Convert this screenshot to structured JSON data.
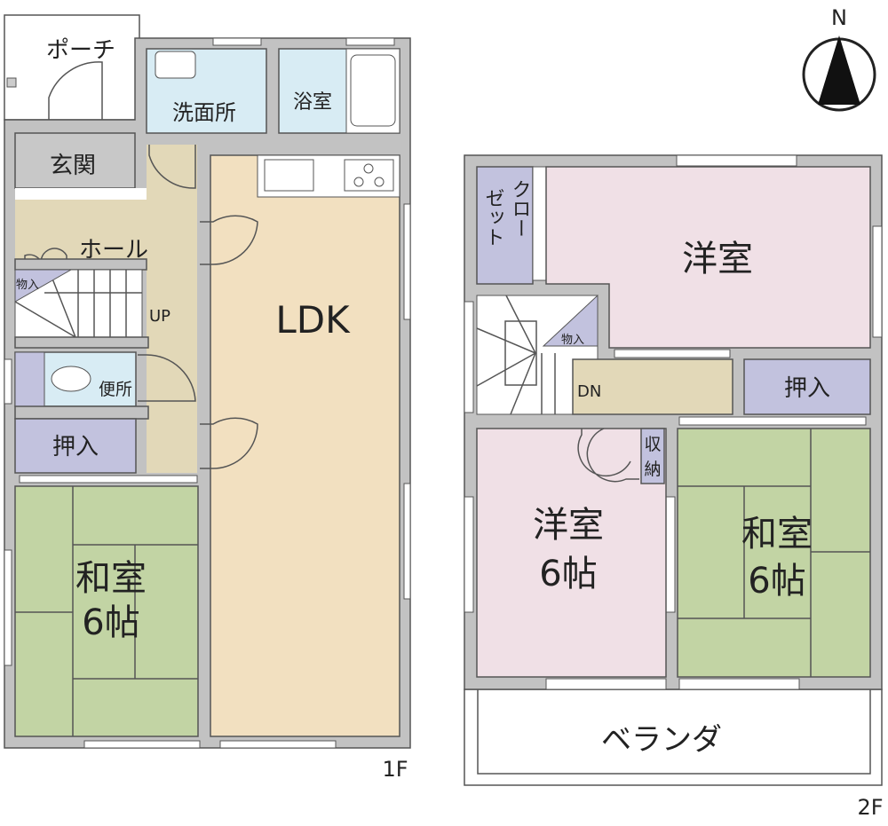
{
  "floors": [
    {
      "label": "1F",
      "rooms": {
        "porch": "ポーチ",
        "washroom": "洗面所",
        "bathroom": "浴室",
        "entrance": "玄関",
        "hall": "ホール",
        "storage_small": "物入",
        "stairs_up": "UP",
        "toilet": "便所",
        "closet": "押入",
        "ldk": "LDK",
        "washitsu_line1": "和室",
        "washitsu_line2": "6帖"
      }
    },
    {
      "label": "2F",
      "rooms": {
        "closet_line1": "クロー",
        "closet_line2": "ゼット",
        "western_room": "洋室",
        "storage_small": "物入",
        "stairs_down": "DN",
        "closet": "押入",
        "storage_line1": "収",
        "storage_line2": "納",
        "western_room2_line1": "洋室",
        "western_room2_line2": "6帖",
        "washitsu_line1": "和室",
        "washitsu_line2": "6帖",
        "veranda": "ベランダ"
      }
    }
  ],
  "compass": {
    "label": "N"
  },
  "colors": {
    "wall": "#c2c2c2",
    "wet": "#d8ecf4",
    "ldk": "#f2e0c0",
    "hall": "#e2d8b8",
    "storage": "#c2c2de",
    "tatami": "#c2d4a4",
    "western": "#f0e0e6",
    "entrance": "#c8c8c8"
  }
}
